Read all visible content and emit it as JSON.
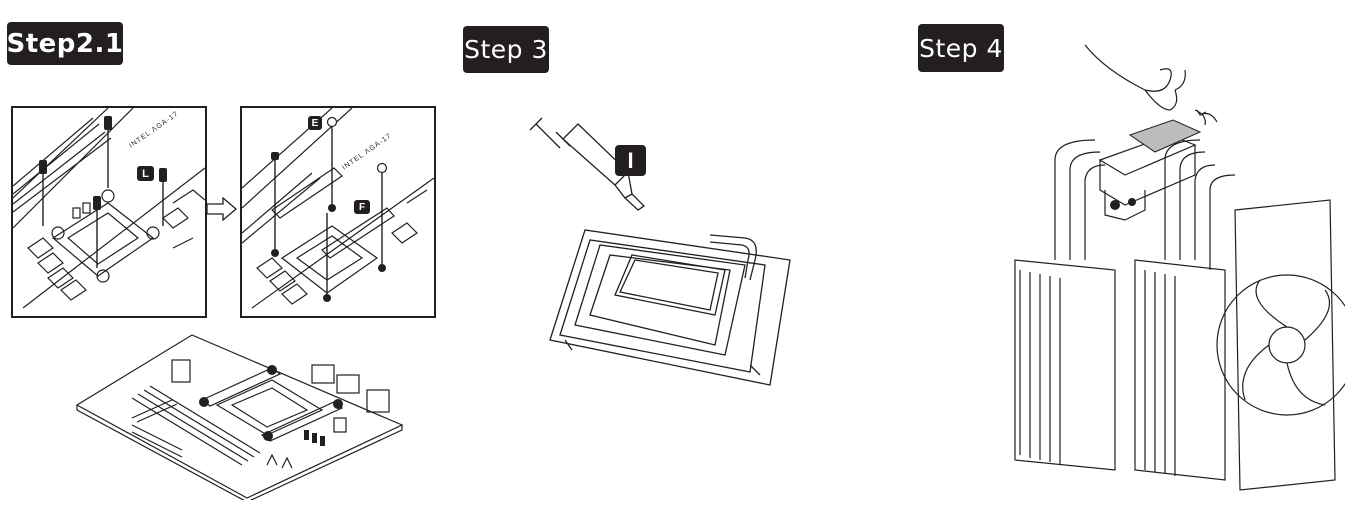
{
  "steps": {
    "step_2_1": "Step2.1",
    "step_3": "Step 3",
    "step_4": "Step 4"
  },
  "part_labels": {
    "l": "L",
    "e": "E",
    "f": "F",
    "i": "I"
  },
  "colors": {
    "ink": "#231f20",
    "badge_bg": "#231f20",
    "badge_text": "#ffffff"
  }
}
